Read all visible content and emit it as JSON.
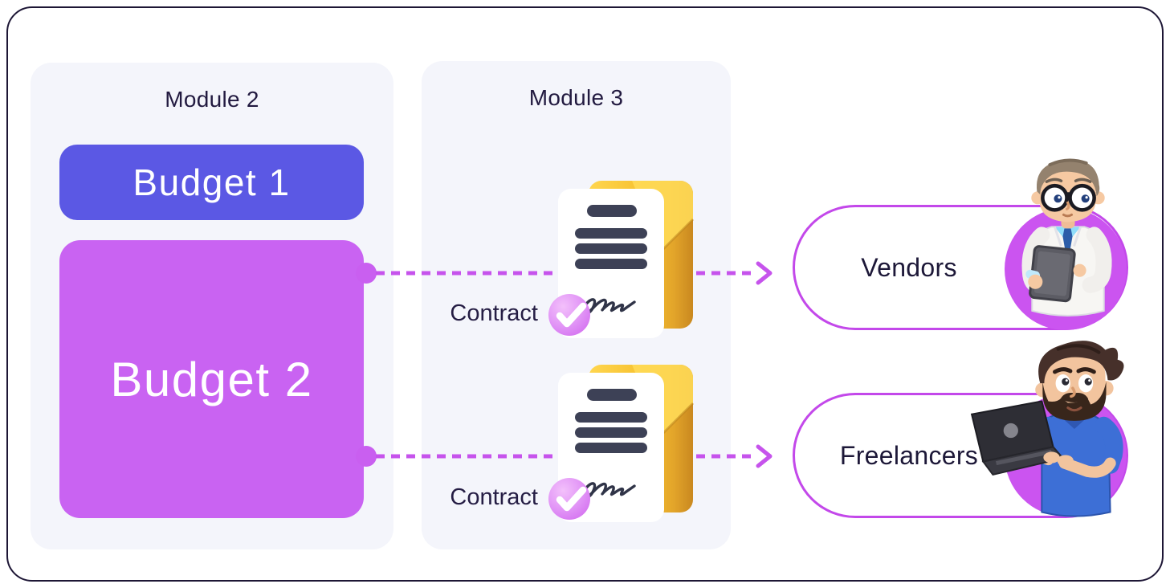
{
  "diagram": {
    "modules": [
      {
        "title": "Module 2",
        "budgets": [
          {
            "label": "Budget 1"
          },
          {
            "label": "Budget 2"
          }
        ]
      },
      {
        "title": "Module 3",
        "contracts": [
          {
            "label": "Contract"
          },
          {
            "label": "Contract"
          }
        ]
      }
    ],
    "targets": [
      {
        "label": "Vendors",
        "avatar": "person-with-tablet"
      },
      {
        "label": "Freelancers",
        "avatar": "person-with-laptop"
      }
    ],
    "flows": [
      {
        "from": "Budget 2",
        "via": "Contract",
        "to": "Vendors"
      },
      {
        "from": "Budget 2",
        "via": "Contract",
        "to": "Freelancers"
      }
    ],
    "icons": [
      "contract-document-icon",
      "check-badge-icon",
      "signature-icon",
      "dashed-arrow-icon",
      "person-with-tablet-icon",
      "person-with-laptop-icon"
    ],
    "colors": {
      "accent_magenta": "#c653ec",
      "budget1_indigo": "#5b58e4",
      "budget2_magenta": "#c963f2",
      "panel_bg": "#f4f5fb",
      "card_border": "#1d1635",
      "text_dark": "#221a40",
      "doc_bar": "#3d4156",
      "folder_yellow": "#f6c02f",
      "check_circle": "#da7df3",
      "avatar_circle": "#cb54f0"
    }
  }
}
